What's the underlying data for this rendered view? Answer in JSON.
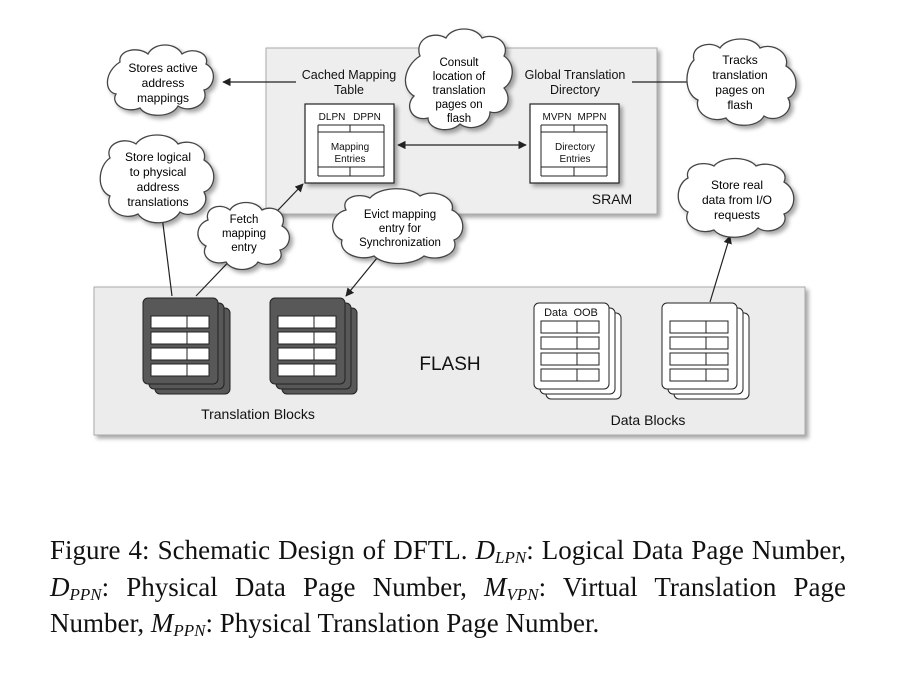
{
  "sram": {
    "label": "SRAM",
    "cmt_title": [
      "Cached Mapping",
      "Table"
    ],
    "cmt_cols": [
      "DLPN",
      "DPPN"
    ],
    "cmt_entries": [
      "Mapping",
      "Entries"
    ],
    "gtd_title": [
      "Global Translation",
      "Directory"
    ],
    "gtd_cols": [
      "MVPN",
      "MPPN"
    ],
    "gtd_entries": [
      "Directory",
      "Entries"
    ]
  },
  "clouds": {
    "active": [
      "Stores active",
      "address",
      "mappings"
    ],
    "logical": [
      "Store logical",
      "to physical",
      "address",
      "translations"
    ],
    "consult": [
      "Consult",
      "location of",
      "translation",
      "pages on",
      "flash"
    ],
    "tracks": [
      "Tracks",
      "translation",
      "pages on",
      "flash"
    ],
    "fetch": [
      "Fetch",
      "mapping",
      "entry"
    ],
    "evict": [
      "Evict mapping",
      "entry for",
      "Synchronization"
    ],
    "real": [
      "Store real",
      "data from I/O",
      "requests"
    ]
  },
  "flash": {
    "label": "FLASH",
    "translation_blocks": "Translation Blocks",
    "data_blocks": "Data Blocks",
    "data_header": "Data  OOB"
  },
  "caption": {
    "prefix": "Figure 4: Schematic Design of DFTL.",
    "d_lpn_desc": ": Logical Data Page Number,",
    "d_ppn_desc": ": Physical Data Page Number,",
    "m_vpn_desc": ": Vir­tual Translation Page Number,",
    "m_ppn_desc": ": Physical Translation Page Number."
  },
  "colors": {
    "panel": "#eeeeee",
    "panel_border": "#aaaaaa",
    "dark_block": "#585858",
    "cloud_fill": "#ffffff",
    "cloud_stroke": "#444444"
  }
}
